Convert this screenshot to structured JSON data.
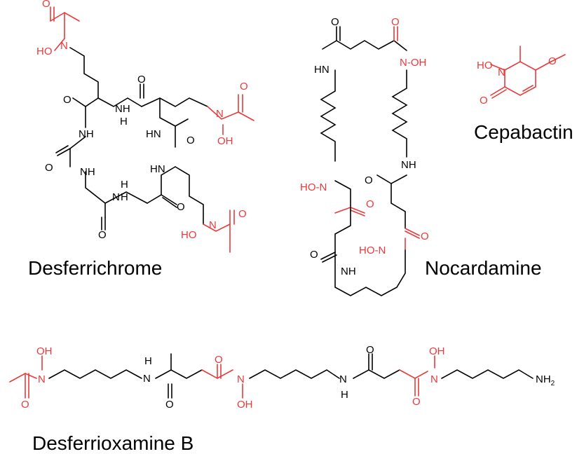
{
  "colors": {
    "bond": "#000000",
    "hydroxamate": "#e83a3a",
    "background": "#ffffff"
  },
  "molecules": {
    "desferrichrome": {
      "name": "Desferrichrome"
    },
    "nocardamine": {
      "name": "Nocardamine"
    },
    "cepabactin": {
      "name": "Cepabactin"
    },
    "desferrioxamine_b": {
      "name": "Desferrioxamine B"
    }
  },
  "atoms": {
    "ho": "HO",
    "oh": "OH",
    "nh": "NH",
    "hn": "HN",
    "n": "N",
    "o": "O",
    "h": "H",
    "nh2": "NH",
    "nh2_sub": "2",
    "ho_n": "HO-N",
    "n_oh": "N-OH"
  }
}
